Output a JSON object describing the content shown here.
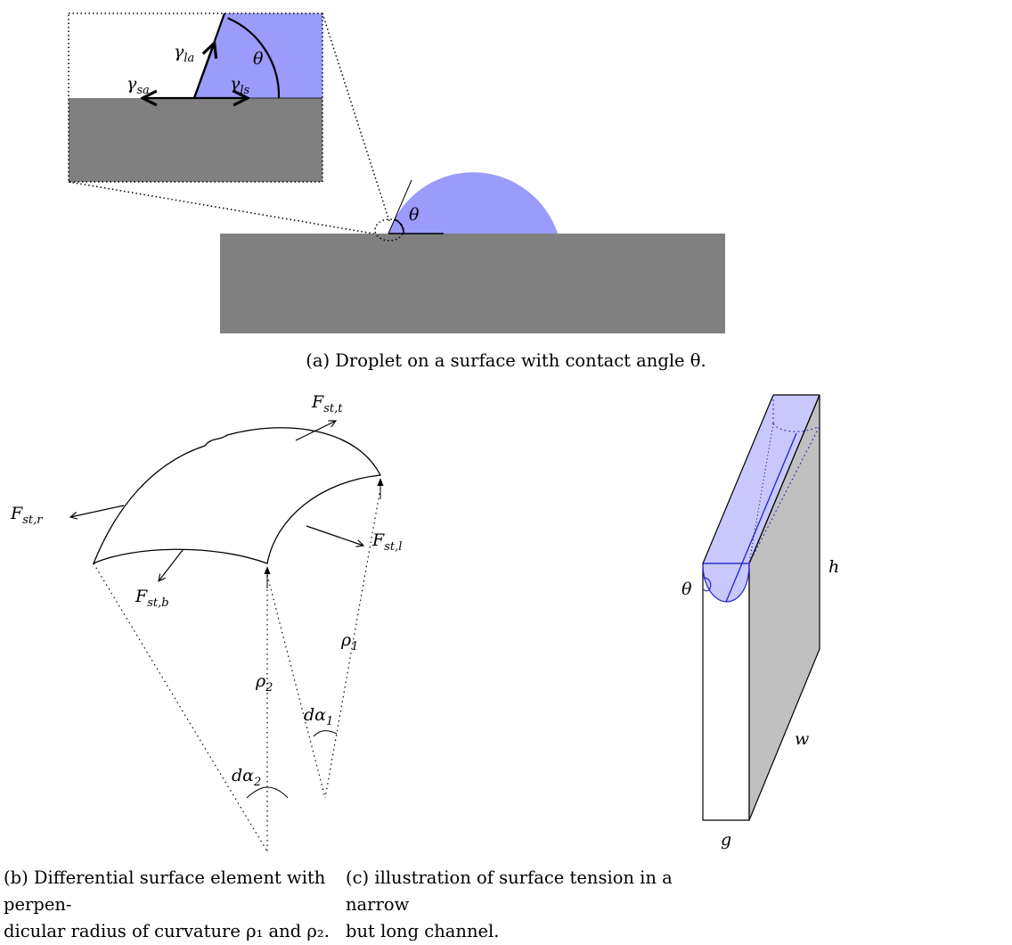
{
  "colors": {
    "liquid": "#9b9bfb",
    "surface": "#808080",
    "channel_side": "#c0c0c0",
    "channel_line": "#2222cc"
  },
  "panel_a": {
    "theta_label": "θ",
    "gamma_la": {
      "base": "γ",
      "sub": "la"
    },
    "gamma_sa": {
      "base": "γ",
      "sub": "sa"
    },
    "gamma_ls": {
      "base": "γ",
      "sub": "ls"
    },
    "caption": "(a) Droplet on a surface with contact angle θ."
  },
  "panel_b": {
    "F_top": {
      "base": "F",
      "sub": "st,t"
    },
    "F_right": {
      "base": "F",
      "sub": "st,r"
    },
    "F_left": {
      "base": "F",
      "sub": "st,l"
    },
    "F_bottom": {
      "base": "F",
      "sub": "st,b"
    },
    "rho1": {
      "base": "ρ",
      "sub": "1"
    },
    "rho2": {
      "base": "ρ",
      "sub": "2"
    },
    "dalpha1": {
      "base": "dα",
      "sub": "1"
    },
    "dalpha2": {
      "base": "dα",
      "sub": "2"
    },
    "caption_line1": "(b) Differential surface element with perpen-",
    "caption_line2": "dicular radius of curvature ρ₁ and ρ₂."
  },
  "panel_c": {
    "theta_label": "θ",
    "h_label": "h",
    "w_label": "w",
    "g_label": "g",
    "caption_line1": "(c) illustration of surface tension in a narrow",
    "caption_line2": "but long channel."
  }
}
